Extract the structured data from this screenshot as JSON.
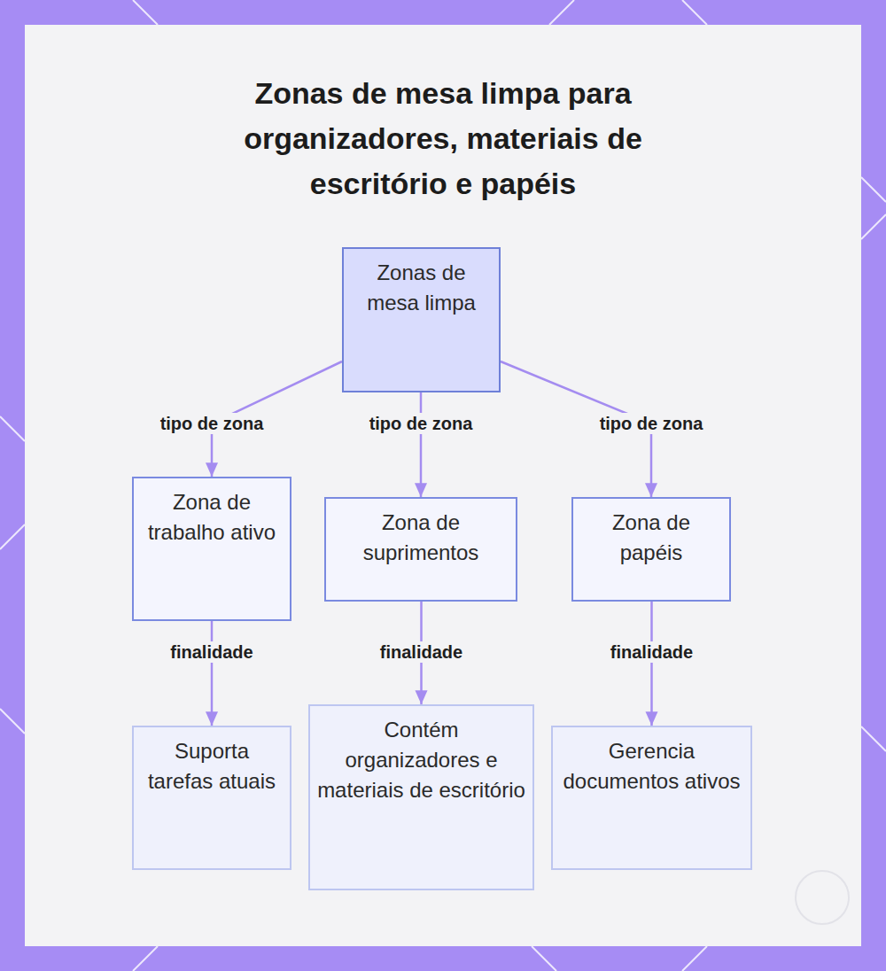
{
  "diagram": {
    "title": "Zonas de mesa limpa para organizadores, materiais de escritório e papéis",
    "nodes": [
      {
        "text": [
          "Zonas de mesa limpa"
        ]
      },
      {
        "text": [
          "Zona de trabalho ativo"
        ]
      },
      {
        "text": [
          "Zona de suprimentos"
        ]
      },
      {
        "text": [
          "Zona de papéis"
        ]
      },
      {
        "text": [
          "Suporta tarefas atuais"
        ]
      },
      {
        "text": [
          "Contém organizadores e materiais de escritório"
        ]
      },
      {
        "text": [
          "Gerencia documentos ativos"
        ]
      }
    ],
    "edges": [
      {
        "from": 0,
        "to": 1,
        "label": "tipo de zona",
        "arrow": "to"
      },
      {
        "from": 0,
        "to": 2,
        "label": "tipo de zona",
        "arrow": "to"
      },
      {
        "from": 0,
        "to": 3,
        "label": "tipo de zona",
        "arrow": "to"
      },
      {
        "from": 1,
        "to": 4,
        "label": "finalidade",
        "arrow": "to"
      },
      {
        "from": 2,
        "to": 5,
        "label": "finalidade",
        "arrow": "to"
      },
      {
        "from": 3,
        "to": 6,
        "label": "finalidade",
        "arrow": "to"
      }
    ]
  }
}
